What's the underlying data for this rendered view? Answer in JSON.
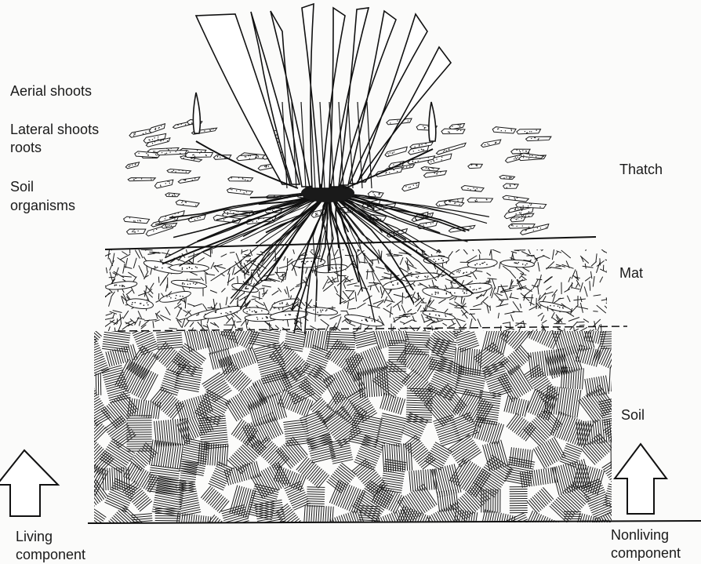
{
  "labels": {
    "aerial_shoots": "Aerial shoots",
    "lateral_shoots": "Lateral shoots",
    "roots": "roots",
    "soil_organisms_1": "Soil",
    "soil_organisms_2": "organisms",
    "thatch": "Thatch",
    "mat": "Mat",
    "soil": "Soil",
    "living_1": "Living",
    "living_2": "component",
    "nonliving_1": "Nonliving",
    "nonliving_2": "component"
  },
  "colors": {
    "ink": "#1a1a1a",
    "paper": "#fbfbfa"
  },
  "icons": {
    "left_arrow": "up-arrow-outline-icon",
    "right_arrow": "up-arrow-outline-icon"
  }
}
